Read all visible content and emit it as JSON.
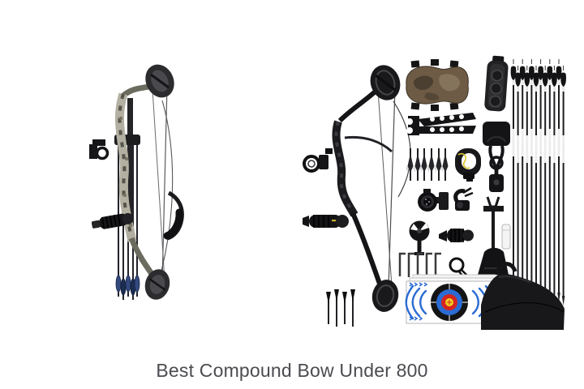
{
  "caption": {
    "text": "Best Compound Bow Under 800"
  },
  "images": {
    "left": {
      "icon": "camo-compound-bow-photo"
    },
    "right": {
      "icon": "compound-bow-accessory-kit-photo"
    }
  },
  "colors": {
    "background": "#ffffff",
    "caption_text": "#4b4b50",
    "bow_black": "#19191b",
    "camo_gray": "#b3b0a2",
    "camo_dark": "#55544c",
    "camo_brown": "#6e5b45",
    "accent_yellow": "#d9c42e",
    "fletch_blue": "#33497e",
    "target_blue": "#2a6bd4",
    "target_red": "#d42420",
    "target_yellow": "#f0d020",
    "target_black": "#141414"
  }
}
